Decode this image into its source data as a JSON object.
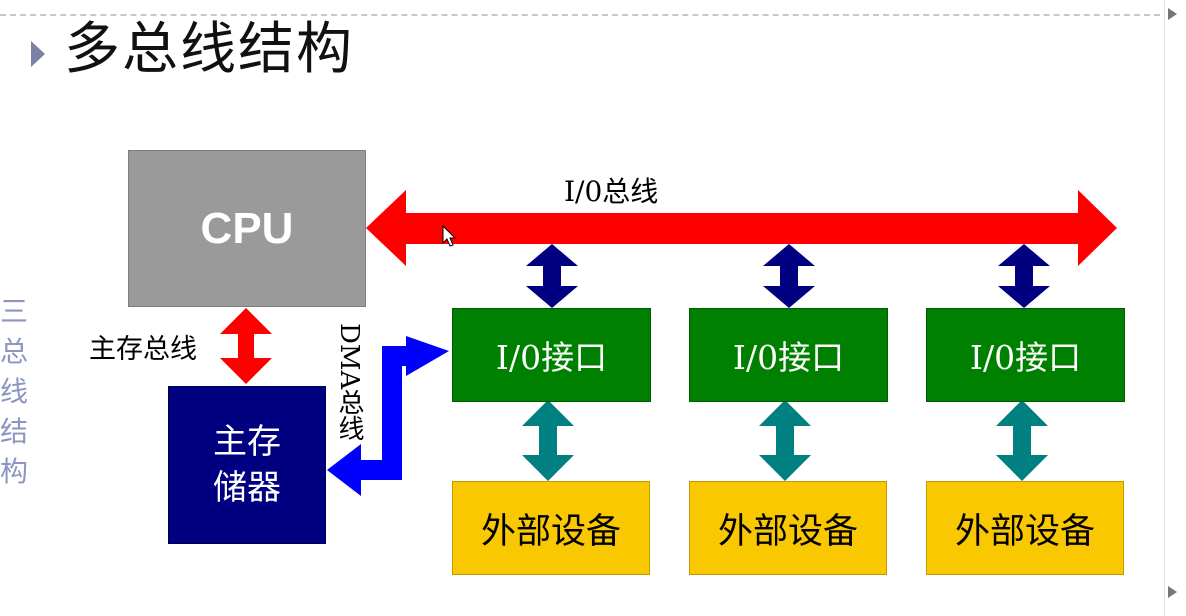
{
  "slide": {
    "title": "多总线结构",
    "side_outline_text": "三总线结构"
  },
  "diagram": {
    "cpu_label": "CPU",
    "main_memory_label": "主存储器",
    "io_bus_label": "I/0总线",
    "main_memory_bus_label": "主存总线",
    "dma_bus_label": "DMA总线",
    "io_interfaces": [
      "I/0接口",
      "I/0接口",
      "I/0接口"
    ],
    "external_devices": [
      "外部设备",
      "外部设备",
      "外部设备"
    ]
  },
  "colors": {
    "io_bus": "#ff0000",
    "main_memory_bus": "#ff0000",
    "dma_bus": "#0000ff",
    "cpu_fill": "#9a9a9a",
    "main_memory_fill": "#000080",
    "io_interface_fill": "#008000",
    "external_device_fill": "#fac800",
    "io_link": "#000080",
    "device_link": "#008080"
  }
}
